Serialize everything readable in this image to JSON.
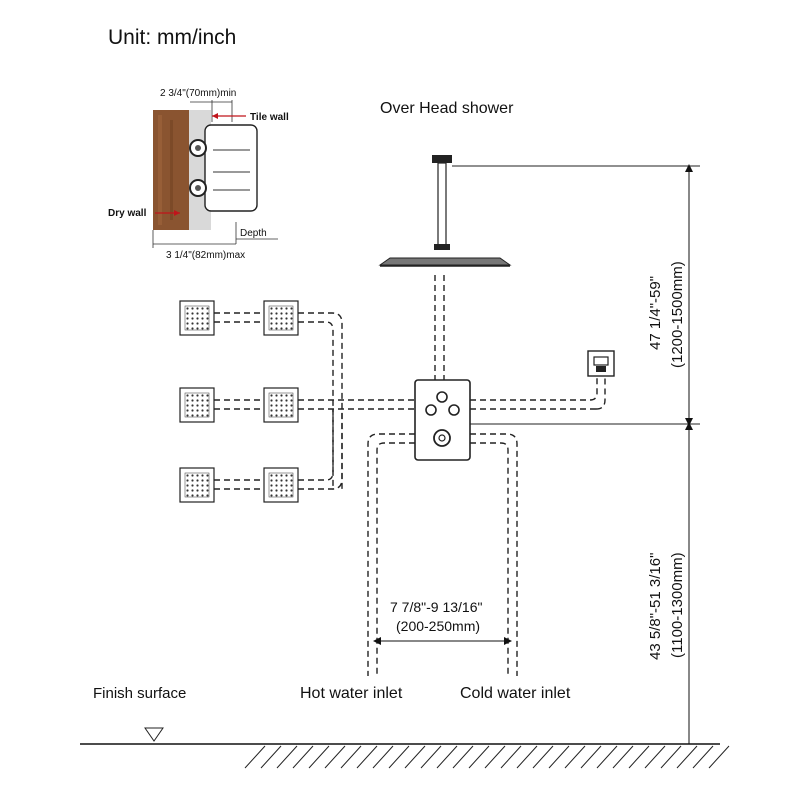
{
  "title": "Unit: mm/inch",
  "overhead_label": "Over Head shower",
  "valve_detail": {
    "min_depth": "2 3/4\"(70mm)min",
    "tile_wall": "Tile wall",
    "dry_wall": "Dry wall",
    "depth": "Depth",
    "max_depth": "3 1/4\"(82mm)max"
  },
  "dims": {
    "upper_in": "47 1/4\"-59\"",
    "upper_mm": "(1200-1500mm)",
    "lower_in": "43 5/8\"-51  3/16\"",
    "lower_mm": "(1100-1300mm)",
    "spacing_in": "7 7/8\"-9  13/16\"",
    "spacing_mm": "(200-250mm)"
  },
  "inlets": {
    "finish_surface": "Finish surface",
    "hot": "Hot water inlet",
    "cold": "Cold water inlet",
    "hot_color": "#c0141b",
    "cold_color": "#1a9fd6"
  },
  "colors": {
    "wood": "#8a5430",
    "line": "#1a1a1a",
    "tile": "#d9d9d9"
  },
  "icons": [
    "body-jet-icon",
    "rain-shower-head-icon",
    "thermostatic-valve-icon",
    "hand-shower-holder-icon",
    "floor-marker-icon"
  ]
}
